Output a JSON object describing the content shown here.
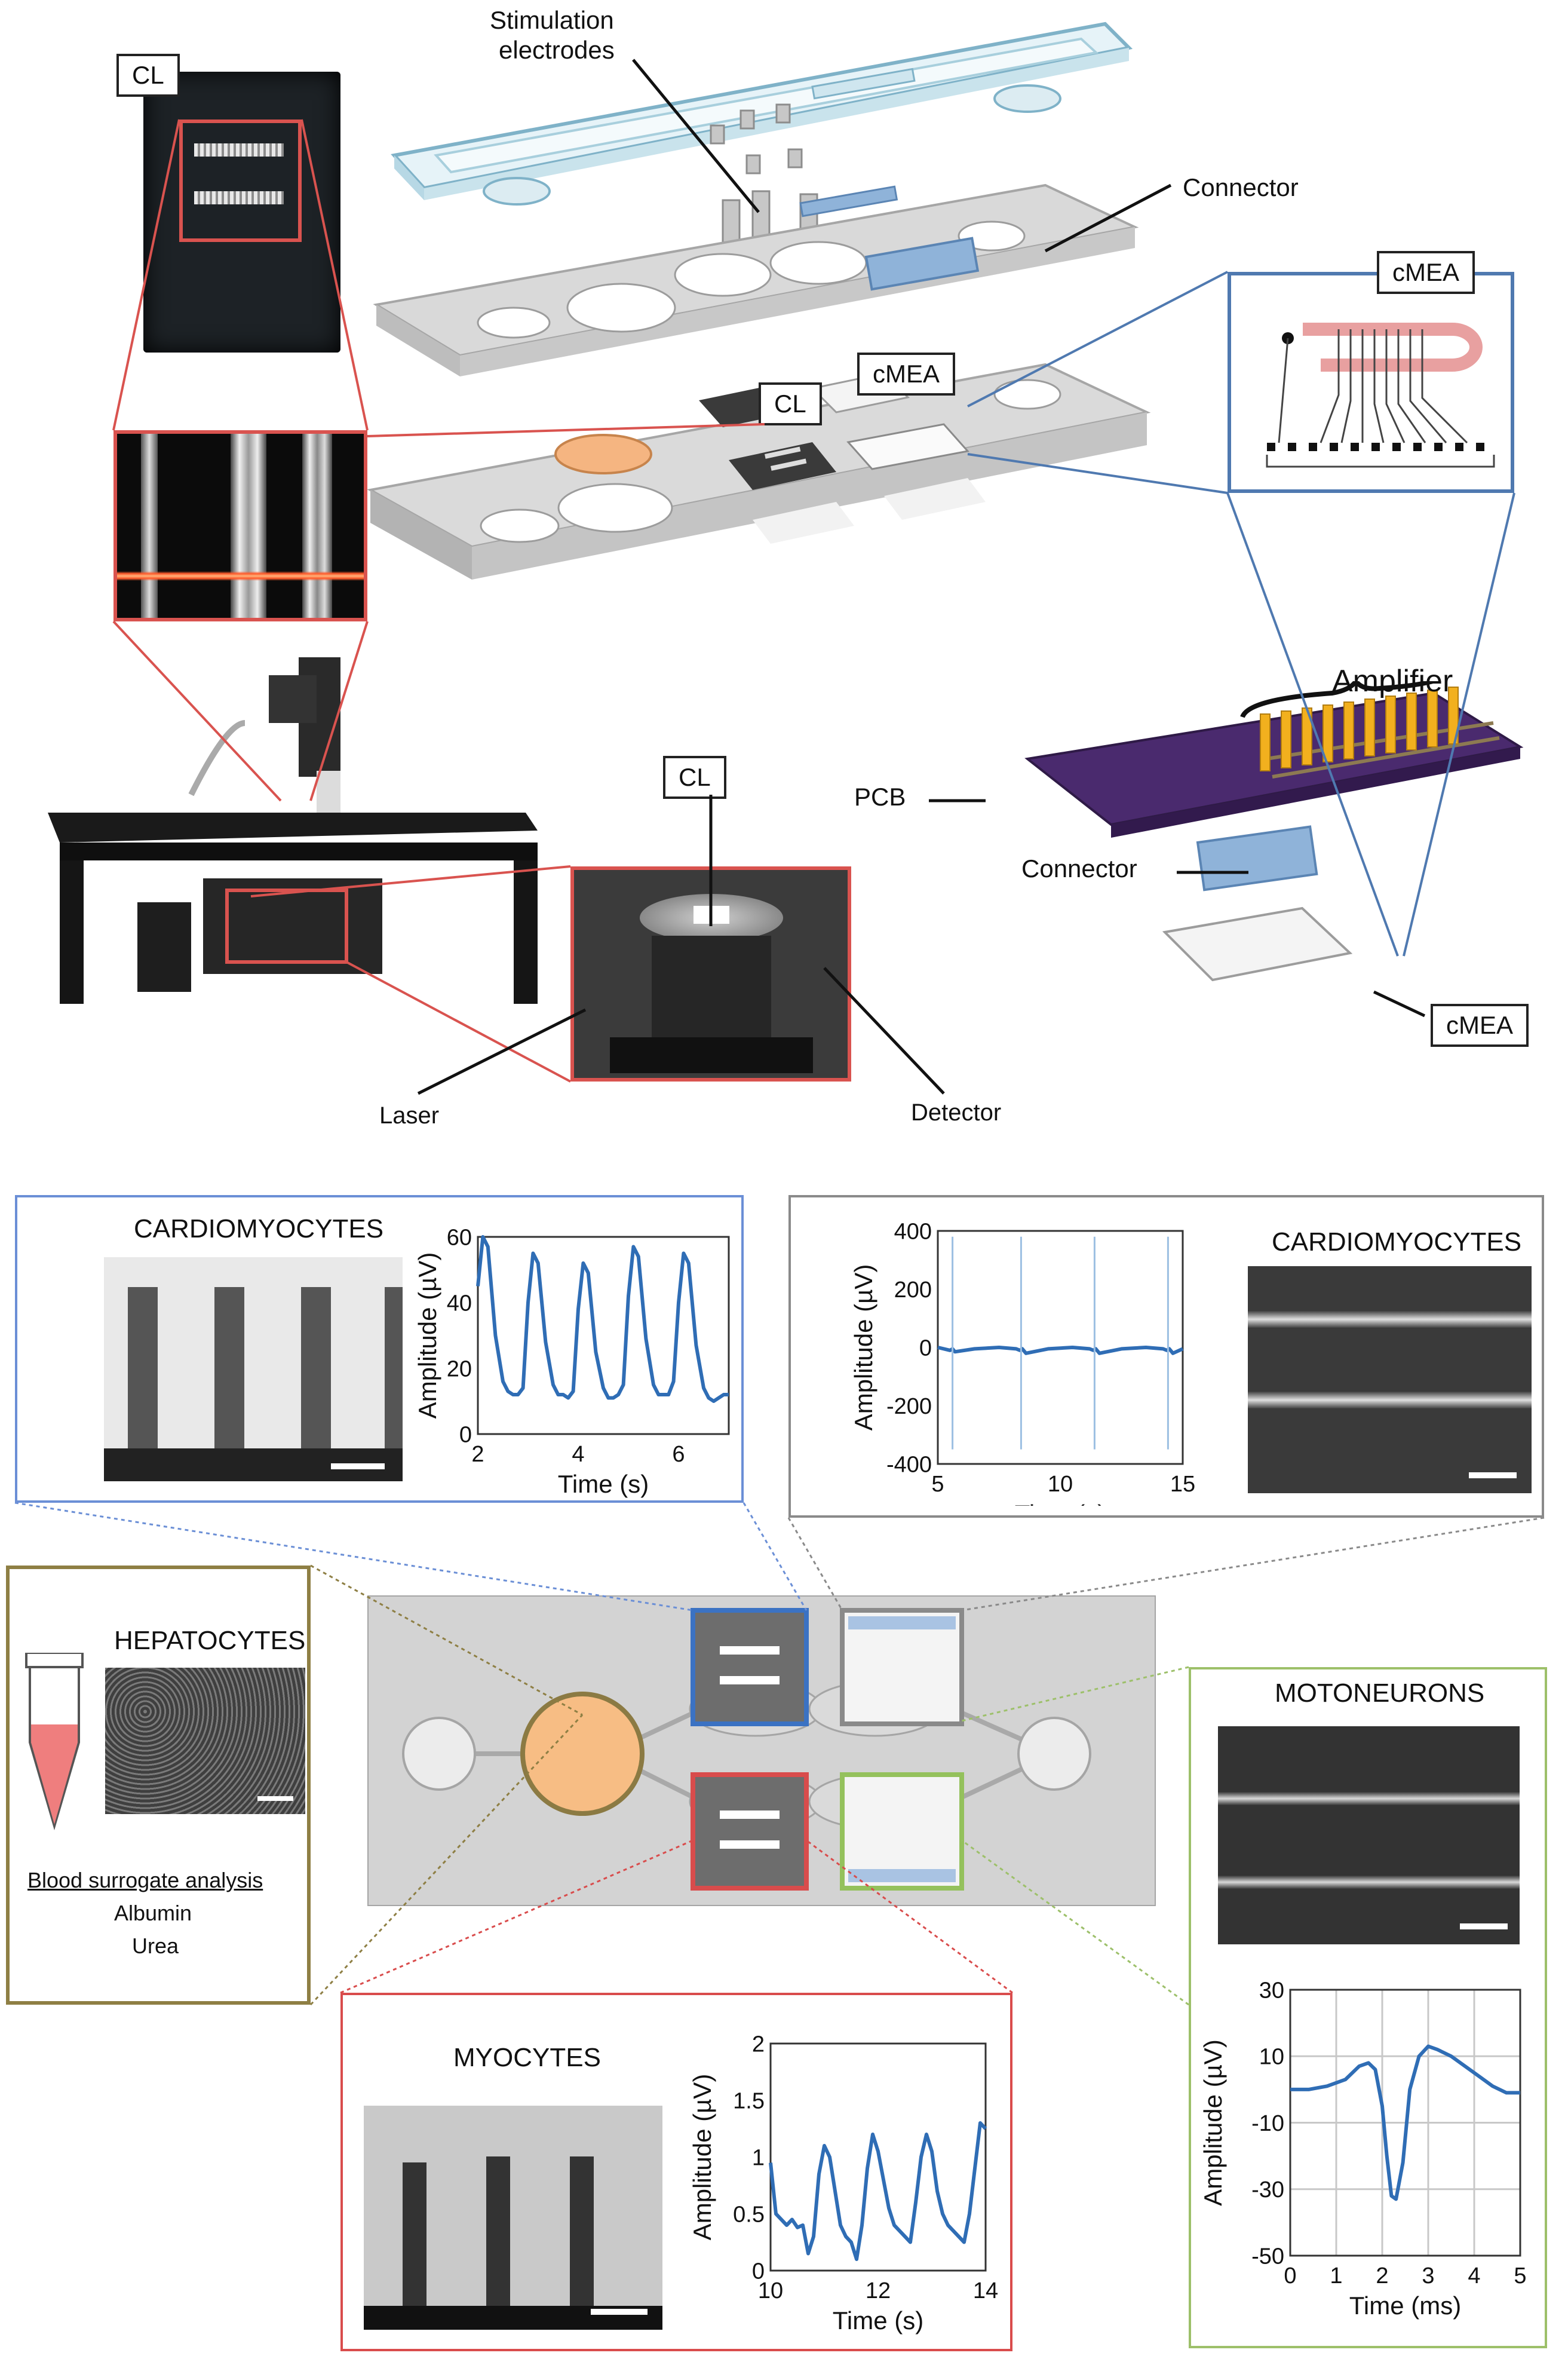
{
  "top": {
    "cl_label": "CL",
    "stimulation_label_1": "Stimulation",
    "stimulation_label_2": "electrodes",
    "connector_label": "Connector",
    "cmea_label_inset": "cMEA",
    "cl_chip_label": "CL",
    "cmea_chip_label": "cMEA",
    "amplifier_label": "Amplifier",
    "pcb_label": "PCB",
    "connector_label_2": "Connector",
    "cmea_label_bottom": "cMEA",
    "cl_stage_label": "CL",
    "laser_label": "Laser",
    "detector_label": "Detector"
  },
  "panels": {
    "cardio_left_title": "CARDIOMYOCYTES",
    "cardio_right_title": "CARDIOMYOCYTES",
    "hepato_title": "HEPATOCYTES",
    "hepato_analysis": "Blood surrogate analysis",
    "hepato_item_1": "Albumin",
    "hepato_item_2": "Urea",
    "moto_title": "MOTONEURONS",
    "myo_title": "MYOCYTES"
  },
  "colors": {
    "blue_panel": "#6b8fd6",
    "gray_panel": "#8a8a8a",
    "olive_panel": "#8e7f44",
    "green_panel": "#9dc06a",
    "red_panel": "#d94c4c",
    "trace": "#2f6db5"
  },
  "chart_data": [
    {
      "type": "line",
      "id": "cardio_left",
      "xlabel": "Time (s)",
      "ylabel": "Amplitude (µV)",
      "xlim": [
        2,
        7
      ],
      "ylim": [
        0,
        60
      ],
      "xticks": [
        "2",
        "4",
        "6"
      ],
      "yticks": [
        "0",
        "20",
        "40",
        "60"
      ],
      "grid": false,
      "series": [
        {
          "x": [
            2.0,
            2.1,
            2.2,
            2.35,
            2.5,
            2.6,
            2.7,
            2.8,
            2.9,
            3.0,
            3.1,
            3.2,
            3.35,
            3.5,
            3.6,
            3.7,
            3.8,
            3.9,
            4.0,
            4.1,
            4.2,
            4.35,
            4.5,
            4.6,
            4.7,
            4.8,
            4.9,
            5.0,
            5.1,
            5.2,
            5.35,
            5.5,
            5.6,
            5.7,
            5.8,
            5.9,
            6.0,
            6.1,
            6.2,
            6.35,
            6.5,
            6.6,
            6.7,
            6.8,
            6.9,
            7.0
          ],
          "y": [
            45,
            60,
            57,
            30,
            16,
            13,
            12,
            12,
            14,
            40,
            55,
            52,
            28,
            15,
            12,
            12,
            11,
            13,
            38,
            52,
            49,
            25,
            14,
            11,
            11,
            12,
            15,
            42,
            57,
            54,
            29,
            15,
            12,
            12,
            12,
            16,
            40,
            55,
            52,
            27,
            14,
            11,
            10,
            11,
            12,
            12
          ]
        }
      ]
    },
    {
      "type": "line",
      "id": "cardio_right",
      "xlabel": "Time (s)",
      "ylabel": "Amplitude (µV)",
      "xlim": [
        5,
        15
      ],
      "ylim": [
        -400,
        400
      ],
      "xticks": [
        "5",
        "10",
        "15"
      ],
      "yticks": [
        "-400",
        "-200",
        "0",
        "200",
        "400"
      ],
      "grid": false,
      "series": [
        {
          "x": [
            5.0,
            5.5,
            5.6,
            5.7,
            6.5,
            7.5,
            8.2,
            8.35,
            8.45,
            8.6,
            9.5,
            10.5,
            11.2,
            11.35,
            11.45,
            11.6,
            12.5,
            13.5,
            14.2,
            14.35,
            14.45,
            14.6,
            15.0
          ],
          "y": [
            0,
            -10,
            -5,
            -15,
            -5,
            0,
            -5,
            -10,
            -5,
            -20,
            -5,
            0,
            -5,
            -10,
            -5,
            -20,
            -5,
            0,
            -5,
            -10,
            -5,
            -20,
            -5
          ]
        },
        {
          "name": "",
          "spikes_x": [
            5.6,
            8.4,
            11.4,
            14.4
          ],
          "spike_top": 380,
          "spike_bottom": -350
        }
      ]
    },
    {
      "type": "line",
      "id": "moto",
      "xlabel": "Time (ms)",
      "ylabel": "Amplitude (µV)",
      "xlim": [
        0,
        5
      ],
      "ylim": [
        -50,
        30
      ],
      "xticks": [
        "0",
        "1",
        "2",
        "3",
        "4",
        "5"
      ],
      "yticks": [
        "-50",
        "-30",
        "-10",
        "10",
        "30"
      ],
      "grid": true,
      "series": [
        {
          "x": [
            0,
            0.4,
            0.8,
            1.2,
            1.5,
            1.7,
            1.85,
            2.0,
            2.1,
            2.2,
            2.3,
            2.45,
            2.6,
            2.8,
            3.0,
            3.2,
            3.5,
            3.8,
            4.1,
            4.4,
            4.7,
            5.0
          ],
          "y": [
            0,
            0,
            1,
            3,
            7,
            8,
            6,
            -5,
            -20,
            -32,
            -33,
            -22,
            0,
            10,
            13,
            12,
            10,
            7,
            4,
            1,
            -1,
            -1
          ]
        }
      ]
    },
    {
      "type": "line",
      "id": "myo",
      "xlabel": "Time (s)",
      "ylabel": "Amplitude (µV)",
      "xlim": [
        10,
        14
      ],
      "ylim": [
        0,
        2
      ],
      "xticks": [
        "10",
        "12",
        "14"
      ],
      "yticks": [
        "0",
        "0.5",
        "1",
        "1.5",
        "2"
      ],
      "grid": false,
      "series": [
        {
          "x": [
            10.0,
            10.1,
            10.2,
            10.3,
            10.4,
            10.5,
            10.6,
            10.7,
            10.8,
            10.9,
            11.0,
            11.1,
            11.2,
            11.3,
            11.4,
            11.5,
            11.6,
            11.7,
            11.8,
            11.9,
            12.0,
            12.1,
            12.2,
            12.3,
            12.4,
            12.5,
            12.6,
            12.7,
            12.8,
            12.9,
            13.0,
            13.1,
            13.2,
            13.3,
            13.4,
            13.5,
            13.6,
            13.7,
            13.8,
            13.9,
            14.0
          ],
          "y": [
            0.95,
            0.5,
            0.45,
            0.4,
            0.45,
            0.38,
            0.4,
            0.15,
            0.3,
            0.85,
            1.1,
            1.0,
            0.7,
            0.4,
            0.3,
            0.25,
            0.1,
            0.4,
            0.9,
            1.2,
            1.05,
            0.8,
            0.55,
            0.4,
            0.35,
            0.3,
            0.25,
            0.6,
            1.0,
            1.2,
            1.05,
            0.7,
            0.5,
            0.4,
            0.35,
            0.3,
            0.25,
            0.5,
            0.9,
            1.3,
            1.25
          ]
        }
      ]
    }
  ]
}
